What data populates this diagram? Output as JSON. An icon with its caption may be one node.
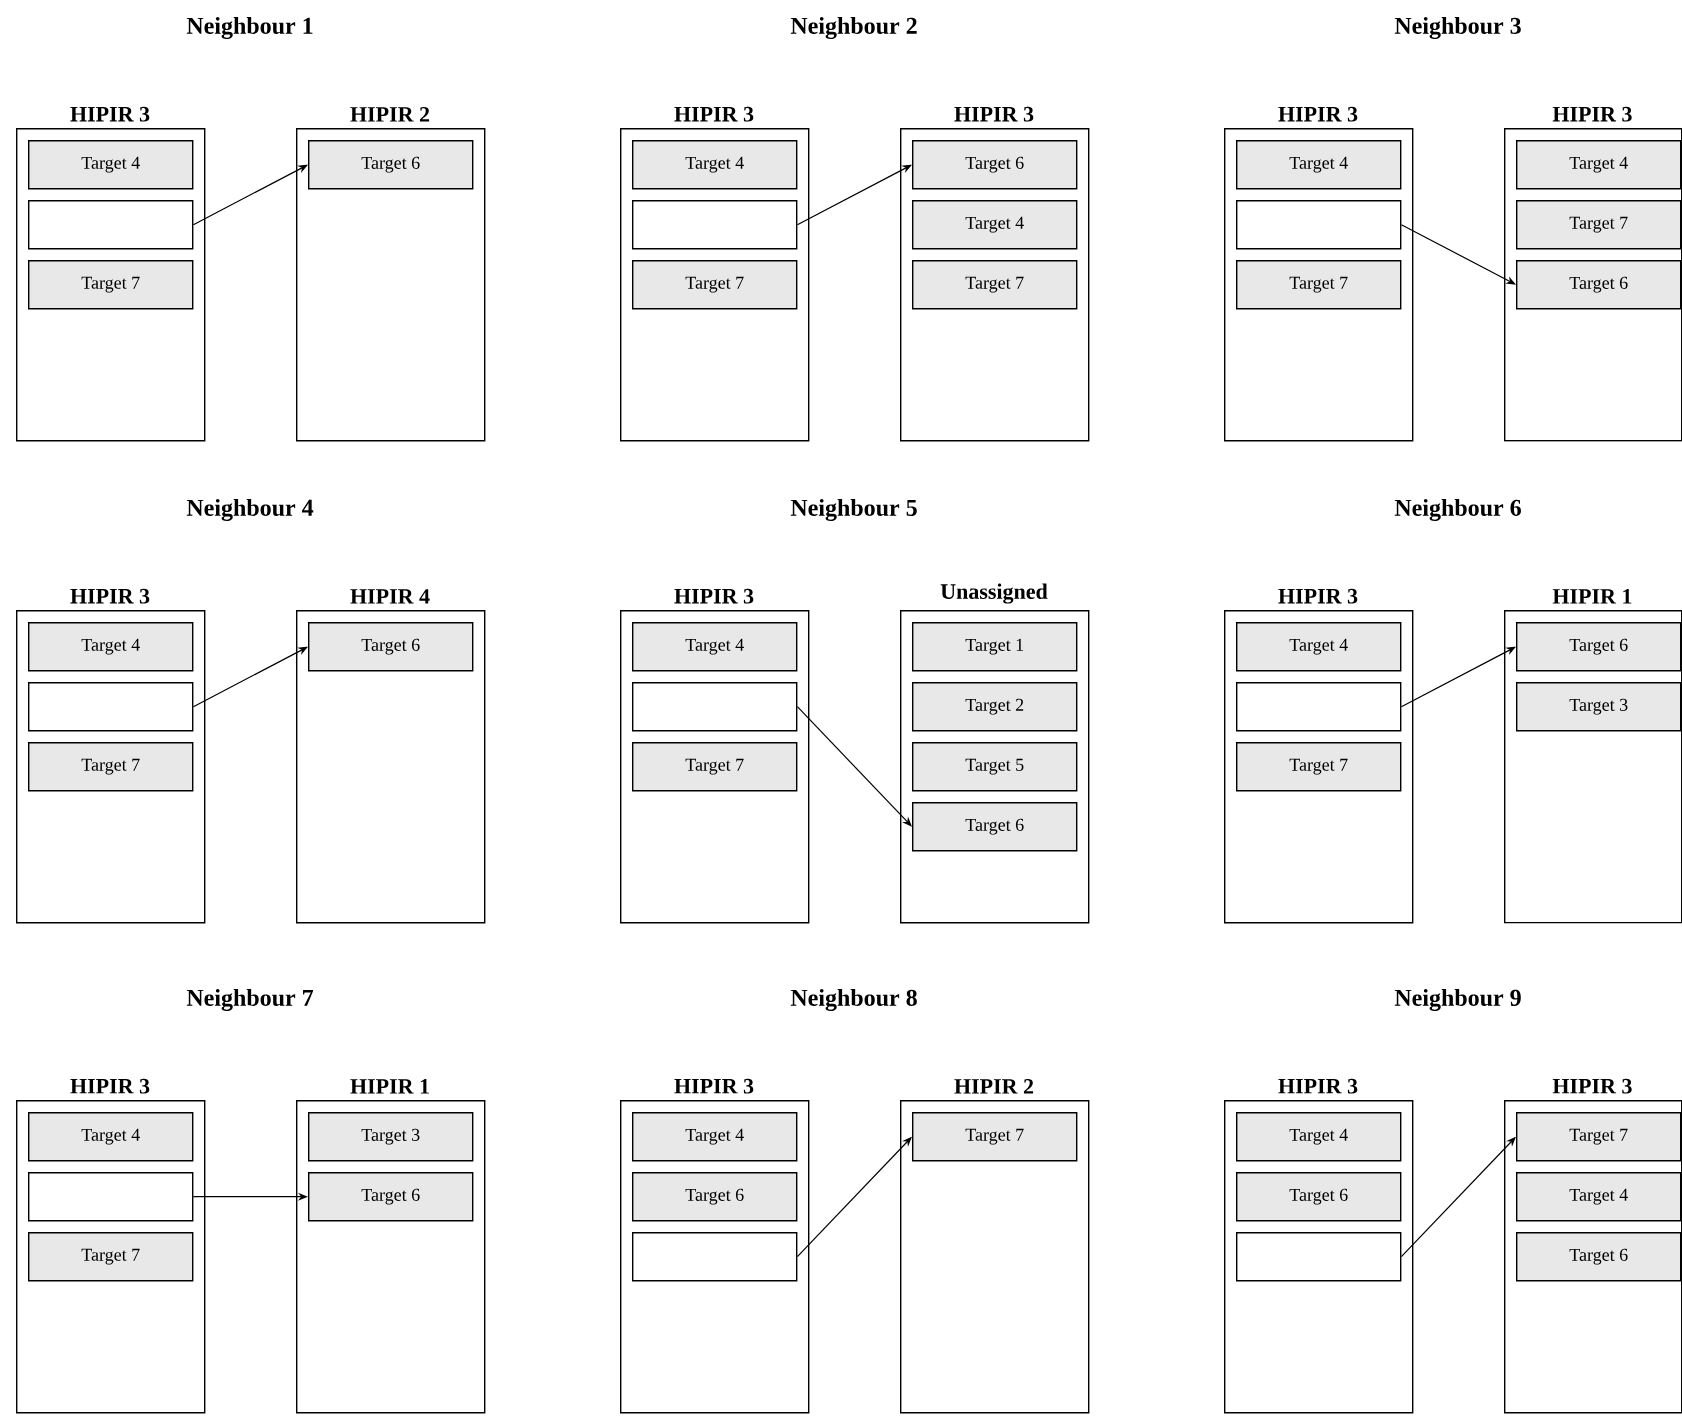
{
  "diagram": {
    "nodes": [
      {
        "text": [
          "HIPIR 3"
        ]
      },
      {
        "text": [
          "Target 4"
        ],
        "in": 0
      },
      {
        "text": [],
        "shape": "box",
        "in": 0
      },
      {
        "text": [
          "Target 7"
        ],
        "in": 0
      },
      {
        "text": [
          "HIPIR 2"
        ]
      },
      {
        "text": [
          "Target 6"
        ],
        "in": 4
      },
      {
        "text": [
          "HIPIR 3"
        ]
      },
      {
        "text": [
          "Target 4"
        ],
        "in": 6
      },
      {
        "text": [],
        "shape": "box",
        "in": 6
      },
      {
        "text": [
          "Target 7"
        ],
        "in": 6
      },
      {
        "text": [
          "HIPIR 3"
        ]
      },
      {
        "text": [
          "Target 6"
        ],
        "in": 10
      },
      {
        "text": [
          "Target 4"
        ],
        "in": 10
      },
      {
        "text": [
          "Target 7"
        ],
        "in": 10
      },
      {
        "text": [
          "HIPIR 3"
        ]
      },
      {
        "text": [
          "Target 4"
        ],
        "in": 14
      },
      {
        "text": [],
        "shape": "box",
        "in": 14
      },
      {
        "text": [
          "Target 7"
        ],
        "in": 14
      },
      {
        "text": [
          "HIPIR 3"
        ]
      },
      {
        "text": [
          "Target 4"
        ],
        "in": 18
      },
      {
        "text": [
          "Target 7"
        ],
        "in": 18
      },
      {
        "text": [
          "Target 6"
        ],
        "in": 18
      },
      {
        "text": [
          "HIPIR 3"
        ]
      },
      {
        "text": [
          "Target 4"
        ],
        "in": 22
      },
      {
        "text": [],
        "shape": "box",
        "in": 22
      },
      {
        "text": [
          "Target 7"
        ],
        "in": 22
      },
      {
        "text": [
          "HIPIR 4"
        ]
      },
      {
        "text": [
          "Target 6"
        ],
        "in": 26
      },
      {
        "text": [
          "HIPIR 3"
        ]
      },
      {
        "text": [
          "Target 4"
        ],
        "in": 28
      },
      {
        "text": [],
        "shape": "box",
        "in": 28
      },
      {
        "text": [
          "Target 7"
        ],
        "in": 28
      },
      {
        "text": [
          "Unassigned"
        ]
      },
      {
        "text": [
          "Target 1"
        ],
        "in": 32
      },
      {
        "text": [
          "Target 2"
        ],
        "in": 32
      },
      {
        "text": [
          "Target 5"
        ],
        "in": 32
      },
      {
        "text": [
          "Target 6"
        ],
        "in": 32
      },
      {
        "text": [
          "HIPIR 3"
        ]
      },
      {
        "text": [
          "Target 4"
        ],
        "in": 37
      },
      {
        "text": [],
        "shape": "box",
        "in": 37
      },
      {
        "text": [
          "Target 7"
        ],
        "in": 37
      },
      {
        "text": [
          "HIPIR 1"
        ]
      },
      {
        "text": [
          "Target 6"
        ],
        "in": 41
      },
      {
        "text": [
          "Target 3"
        ],
        "in": 41
      },
      {
        "text": [
          "HIPIR 3"
        ]
      },
      {
        "text": [
          "Target 4"
        ],
        "in": 44
      },
      {
        "text": [],
        "shape": "box",
        "in": 44
      },
      {
        "text": [
          "Target 7"
        ],
        "in": 44
      },
      {
        "text": [
          "HIPIR 1"
        ]
      },
      {
        "text": [
          "Target 3"
        ],
        "in": 48
      },
      {
        "text": [
          "Target 6"
        ],
        "in": 48
      },
      {
        "text": [
          "HIPIR 3"
        ]
      },
      {
        "text": [
          "Target 4"
        ],
        "in": 51
      },
      {
        "text": [
          "Target 6"
        ],
        "in": 51
      },
      {
        "text": [],
        "shape": "box",
        "in": 51
      },
      {
        "text": [
          "HIPIR 2"
        ]
      },
      {
        "text": [
          "Target 7"
        ],
        "in": 55
      },
      {
        "text": [
          "HIPIR 3"
        ]
      },
      {
        "text": [
          "Target 4"
        ],
        "in": 57
      },
      {
        "text": [
          "Target 6"
        ],
        "in": 57
      },
      {
        "text": [],
        "shape": "box",
        "in": 57
      },
      {
        "text": [
          "HIPIR 3"
        ]
      },
      {
        "text": [
          "Target 7"
        ],
        "in": 61
      },
      {
        "text": [
          "Target 4"
        ],
        "in": 61
      },
      {
        "text": [
          "Target 6"
        ],
        "in": 61
      }
    ],
    "edges": [
      {
        "from": 2,
        "to": 5,
        "arrow": "to"
      },
      {
        "from": 8,
        "to": 11,
        "arrow": "to"
      },
      {
        "from": 16,
        "to": 21,
        "arrow": "to"
      },
      {
        "from": 24,
        "to": 27,
        "arrow": "to"
      },
      {
        "from": 30,
        "to": 36,
        "arrow": "to"
      },
      {
        "from": 39,
        "to": 42,
        "arrow": "to"
      },
      {
        "from": 46,
        "to": 50,
        "arrow": "to"
      },
      {
        "from": 54,
        "to": 56,
        "arrow": "to"
      },
      {
        "from": 60,
        "to": 62,
        "arrow": "to"
      }
    ],
    "labels": [
      "Neighbour 1",
      "Neighbour 2",
      "Neighbour 3",
      "Neighbour 4",
      "Neighbour 5",
      "Neighbour 6",
      "Neighbour 7",
      "Neighbour 8",
      "Neighbour 9"
    ]
  }
}
